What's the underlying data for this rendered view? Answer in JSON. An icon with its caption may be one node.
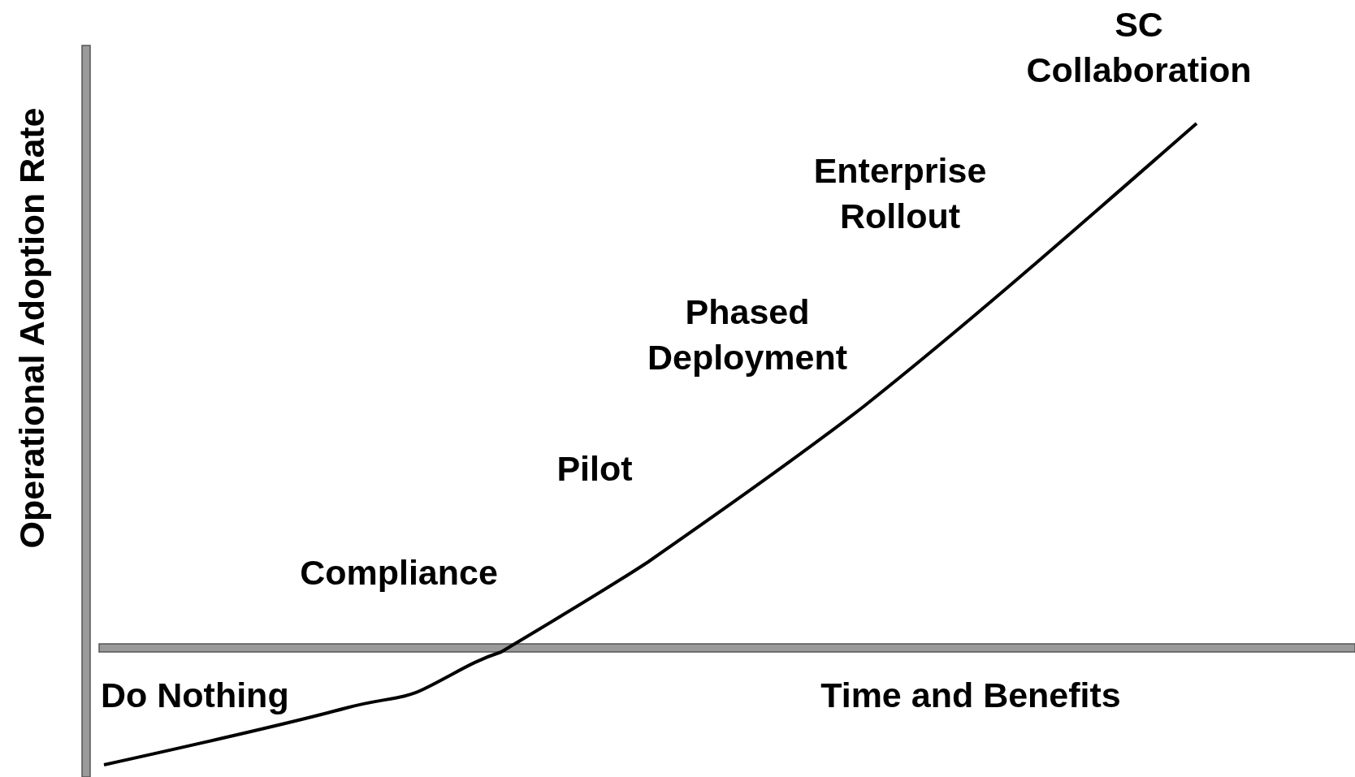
{
  "diagram": {
    "labels": [
      "Operational Adoption Rate",
      "SC Collaboration",
      "Enterprise Rollout",
      "Phased Deployment",
      "Pilot",
      "Compliance",
      "Do Nothing",
      "Time and Benefits"
    ]
  }
}
